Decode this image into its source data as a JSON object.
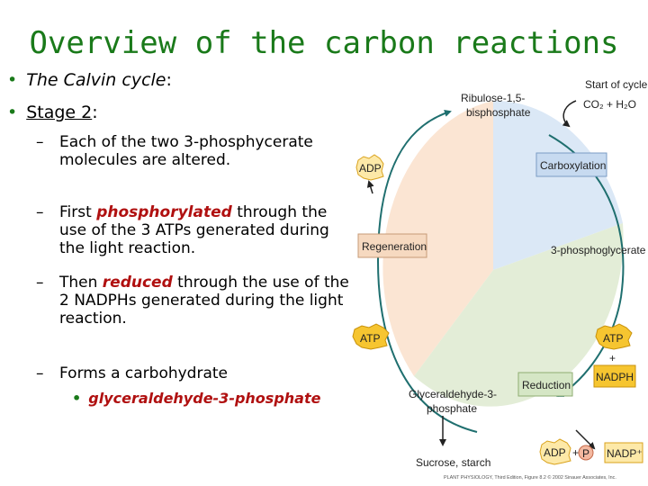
{
  "title": "Overview of the carbon reactions",
  "bullets": {
    "calvin_label": "The Calvin cycle",
    "calvin_colon": ":",
    "stage_label": "Stage 2",
    "stage_colon": ":"
  },
  "sub_items": {
    "item1": "Each of the two 3-phosphycerate molecules are altered.",
    "item2_pre": "First ",
    "item2_term": "phosphorylated",
    "item2_post": " through the use of the 3 ATPs generated during the light reaction.",
    "item3_pre": "Then ",
    "item3_term": "reduced",
    "item3_post": " through the use of the 2 NADPHs generated during the light reaction.",
    "item4": "Forms a carbohydrate",
    "item4_sub": "glyceraldehyde-3-phosphate"
  },
  "diagram": {
    "start_of_cycle": "Start of cycle",
    "co2_h2o": "CO₂ + H₂O",
    "ribulose_line1": "Ribulose-1,5-",
    "ribulose_line2": "bisphosphate",
    "carboxylation": "Carboxylation",
    "phosphoglycerate": "3-phosphoglycerate",
    "regeneration": "Regeneration",
    "reduction": "Reduction",
    "adp_top": "ADP",
    "atp_left": "ATP",
    "atp_right": "ATP",
    "plus_right": "+",
    "nadph": "NADPH",
    "g3p_line1": "Glyceraldehyde-3-",
    "g3p_line2": "phosphate",
    "sucrose": "Sucrose, starch",
    "adp_bottom": "ADP",
    "plus_bottom": "+",
    "p_circle": "P",
    "nadp": "NADP⁺",
    "credit": "PLANT PHYSIOLOGY, Third Edition, Figure 8.2 © 2002 Sinauer Associates, Inc."
  },
  "colors": {
    "title": "#1a7a1a",
    "emphasis": "#b01010",
    "regeneration_fill": "#fbe5d3",
    "carboxylation_fill": "#dbe8f6",
    "reduction_fill": "#e3edd7",
    "cycle_stroke": "#1f6f6f",
    "atp_fill": "#f6c530"
  }
}
